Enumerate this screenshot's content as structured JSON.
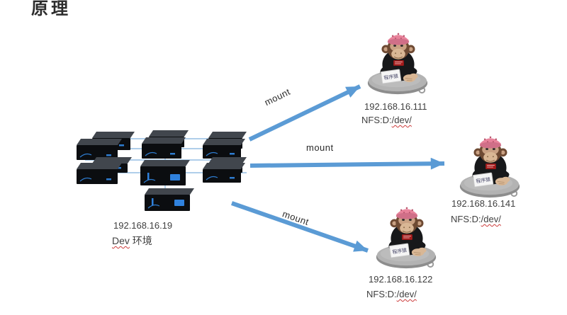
{
  "page": {
    "title": "原理"
  },
  "cluster": {
    "ip": "192.168.16.19",
    "env_en": "Dev",
    "env_cn": "环境",
    "icon": "server-cluster-illustration"
  },
  "arrows": [
    {
      "label": "mount"
    },
    {
      "label": "mount"
    },
    {
      "label": "mount"
    }
  ],
  "clients": [
    {
      "ip": "192.168.16.111",
      "nfs_prefix": "NFS:D:",
      "nfs_path": "/dev/"
    },
    {
      "ip": "192.168.16.141",
      "nfs_prefix": "NFS:D:",
      "nfs_path": "/dev/"
    },
    {
      "ip": "192.168.16.122",
      "nfs_prefix": "NFS:D:",
      "nfs_path": "/dev/"
    }
  ],
  "monkey": {
    "sign_label": "程序猿",
    "icon": "programmer-monkey-illustration"
  },
  "colors": {
    "arrow_blue": "#5b9bd5",
    "link_line_blue": "#7fb0dd",
    "server_dark": "#0b0d10",
    "squiggle_red": "#cc3b3b",
    "text_dark": "#2b2b2b"
  }
}
